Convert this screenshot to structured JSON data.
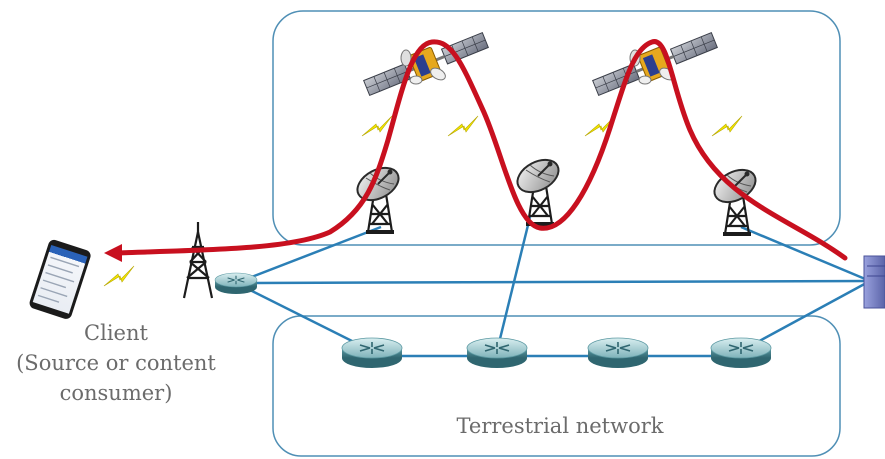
{
  "labels": {
    "client_line1": "Client",
    "client_line2": "(Source or content",
    "client_line3": "consumer)",
    "terrestrial": "Terrestrial network"
  },
  "colors": {
    "box_stroke": "#4f8fb5",
    "link": "#2b7fb6",
    "signal_path": "#c8101f",
    "lightning": "#f2e600",
    "router_body": "#4f8f99",
    "server": "#7a84c8"
  },
  "icons": [
    "satellite-icon",
    "satellite-dish-icon",
    "router-icon",
    "radio-tower-icon",
    "smartphone-icon",
    "server-icon",
    "lightning-icon"
  ]
}
